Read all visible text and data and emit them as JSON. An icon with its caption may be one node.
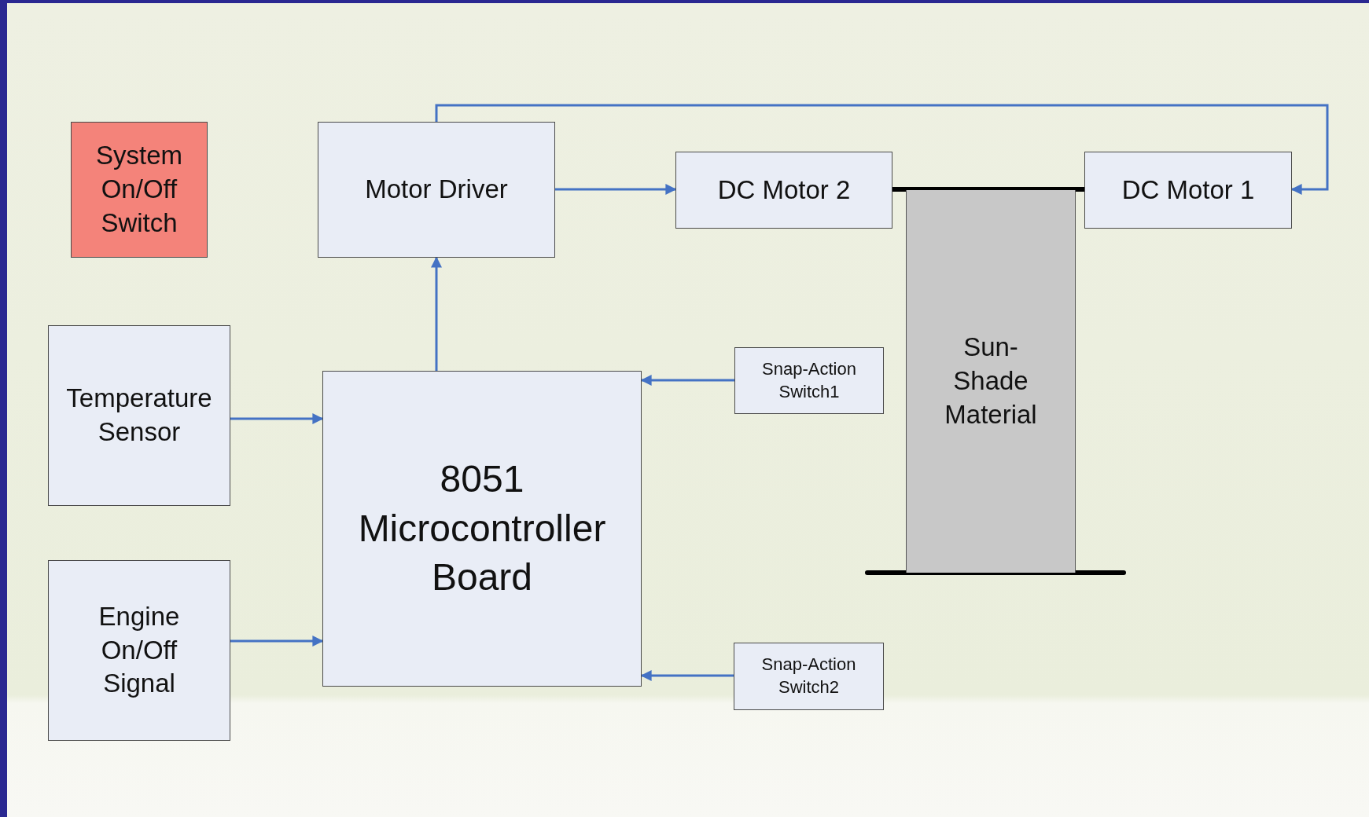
{
  "diagram": {
    "nodes": [
      {
        "text": [
          "System On/Off Switch"
        ]
      },
      {
        "text": [
          "Motor Driver"
        ]
      },
      {
        "text": [
          "DC Motor 2"
        ]
      },
      {
        "text": [
          "DC Motor 1"
        ]
      },
      {
        "text": [
          "Temperature Sensor"
        ]
      },
      {
        "text": [
          "8051 Microcontroller Board"
        ]
      },
      {
        "text": [
          "Snap-Action Switch1"
        ]
      },
      {
        "text": [
          "Sun-Shade Material"
        ]
      },
      {
        "text": [
          "Engine On/Off Signal"
        ]
      },
      {
        "text": [
          "Snap-Action Switch2"
        ]
      }
    ],
    "edges": [
      {
        "from": 1,
        "to": 2,
        "arrow": "to"
      },
      {
        "from": 5,
        "to": 1,
        "arrow": "to"
      },
      {
        "from": 4,
        "to": 5,
        "arrow": "to"
      },
      {
        "from": 8,
        "to": 5,
        "arrow": "to"
      },
      {
        "from": 6,
        "to": 5,
        "arrow": "to"
      },
      {
        "from": 9,
        "to": 5,
        "arrow": "to"
      },
      {
        "from": 1,
        "to": 3,
        "arrow": "to"
      },
      {
        "from": 2,
        "to": 3,
        "arrow": "none",
        "style": "thick",
        "color": "#000000"
      }
    ]
  }
}
